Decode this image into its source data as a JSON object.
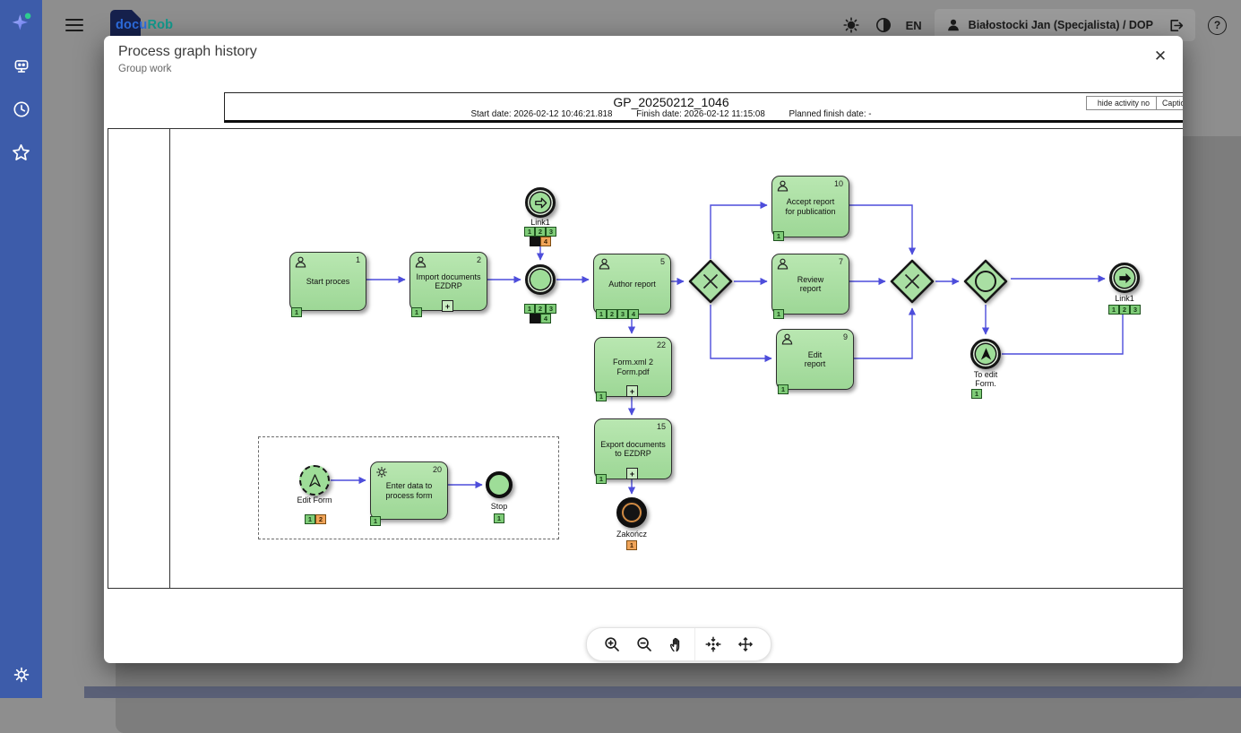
{
  "topbar": {
    "logo_docu": "docu",
    "logo_rob": "Rob",
    "lang": "EN",
    "user": "Białostocki Jan (Specjalista) / DOP",
    "help": "?"
  },
  "modal": {
    "title": "Process graph history",
    "subtitle": "Group work",
    "close": "✕"
  },
  "header": {
    "title": "GP_20250212_1046",
    "start": "Start date: 2026-02-12 10:46:21.818",
    "finish": "Finish date: 2026-02-12 11:15:08",
    "planned": "Planned finish date: -",
    "hide_btn": "hide activity no",
    "caption_btn": "Caption"
  },
  "markers": {
    "subprocess": "+"
  },
  "digits": {
    "d1": "1",
    "d2": "2",
    "d3": "3",
    "d4": "4"
  },
  "nodes": {
    "start": {
      "label": "Start proces",
      "no": "1"
    },
    "import": {
      "label": "Import documents EZDRP",
      "no": "2"
    },
    "author": {
      "label": "Author report",
      "no": "5"
    },
    "accept": {
      "label": "Accept report for publication",
      "no": "10"
    },
    "review": {
      "label": "Review report",
      "no": "7"
    },
    "edit": {
      "label": "Edit report",
      "no": "9"
    },
    "formxml": {
      "label": "Form.xml 2 Form.pdf",
      "no": "22"
    },
    "export": {
      "label": "Export documents to EZDRP",
      "no": "15"
    },
    "enter": {
      "label": "Enter data to process form",
      "no": "20"
    }
  },
  "events": {
    "link1_top": "Link1",
    "link1_right": "Link1",
    "to_edit": "To edit Form.",
    "zakoncz": "Zakończ",
    "stop": "Stop",
    "edit_form": "Edit Form"
  },
  "icons": {
    "sidebar": [
      "sparkle-icon",
      "robot-icon",
      "clock-icon",
      "star-icon",
      "gear-icon"
    ],
    "topbar": [
      "menu-icon",
      "brightness-icon",
      "contrast-icon",
      "person-icon",
      "logout-icon",
      "help-icon"
    ],
    "toolbar": [
      "zoom-in-icon",
      "zoom-out-icon",
      "pan-icon",
      "center-icon",
      "move-icon"
    ]
  },
  "colors": {
    "sidebar": "#3d5caa",
    "node_fill": "#a9dfa3",
    "node_border": "#2e2e2e",
    "connector": "#4d4ddb",
    "badge_green": "#7fcc78",
    "badge_orange": "#f0a459",
    "end_ring_orange": "#d08a43"
  }
}
